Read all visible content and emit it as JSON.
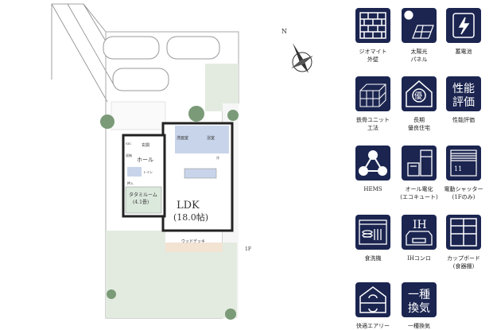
{
  "plan": {
    "rooms": {
      "ldk": "LDK",
      "ldk_size": "(18.0帖)",
      "tatami": "タタミルーム",
      "tatami_size": "(4.1畳)",
      "hall": "ホール",
      "entrance": "玄関",
      "washroom": "洗面室",
      "bath": "浴室",
      "deck": "ウッドデッキ",
      "sic": "SIC",
      "storage": "収納",
      "toilet": "トイレ",
      "closet": "押入",
      "fridge": "冷"
    },
    "floor": "1F"
  },
  "features": [
    {
      "icon": "brick-wall-icon",
      "label1": "ジオマイト",
      "label2": "外壁"
    },
    {
      "icon": "solar-panel-icon",
      "label1": "太陽光",
      "label2": "パネル"
    },
    {
      "icon": "battery-icon",
      "label1": "蓄電池",
      "label2": ""
    },
    {
      "icon": "steel-frame-icon",
      "label1": "鉄骨ユニット",
      "label2": "工法"
    },
    {
      "icon": "long-term-house-icon",
      "label1": "長期",
      "label2": "優良住宅",
      "glyph": "優"
    },
    {
      "icon": "performance-text-icon",
      "label1": "性能評価",
      "label2": "",
      "text1": "性能",
      "text2": "評価"
    },
    {
      "icon": "hems-icon",
      "label1": "HEMS",
      "label2": ""
    },
    {
      "icon": "all-electric-icon",
      "label1": "オール電化",
      "label2": "(エコキュート)"
    },
    {
      "icon": "shutter-icon",
      "label1": "電動シャッター",
      "label2": "(1Fのみ)"
    },
    {
      "icon": "dishwasher-icon",
      "label1": "食洗機",
      "label2": ""
    },
    {
      "icon": "ih-stove-icon",
      "label1": "IHコンロ",
      "label2": "",
      "text1": "IH"
    },
    {
      "icon": "cupboard-icon",
      "label1": "カップボード",
      "label2": "(食器棚)"
    },
    {
      "icon": "air-circulation-icon",
      "label1": "快適エアリー",
      "label2": ""
    },
    {
      "icon": "ventilation-text-icon",
      "label1": "一種換気",
      "label2": "",
      "text1": "一種",
      "text2": "換気"
    }
  ],
  "colors": {
    "icon_bg": "#1b2550",
    "lawn": "#e3ebe0",
    "wet_room": "#c8d4ea",
    "tatami": "#dbe8dc"
  }
}
